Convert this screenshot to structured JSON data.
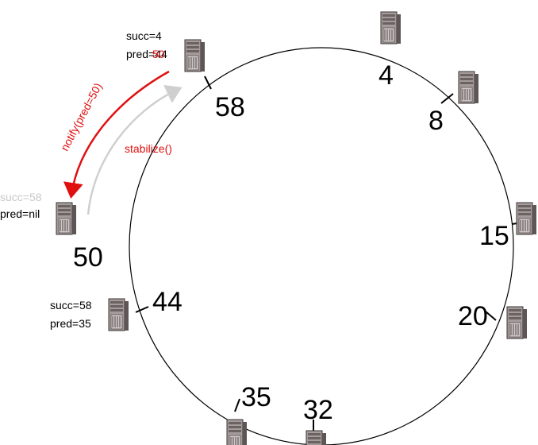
{
  "nodes": [
    {
      "id": "4"
    },
    {
      "id": "8"
    },
    {
      "id": "15"
    },
    {
      "id": "20"
    },
    {
      "id": "32"
    },
    {
      "id": "35"
    },
    {
      "id": "44"
    },
    {
      "id": "50"
    },
    {
      "id": "58"
    }
  ],
  "labels": {
    "n4": "4",
    "n8": "8",
    "n15": "15",
    "n20": "20",
    "n32": "32",
    "n35": "35",
    "n44": "44",
    "n50": "50",
    "n58": "58"
  },
  "state": {
    "n58_succ": "succ=4",
    "n58_pred": "pred=44",
    "n58_pred_overwrite": "50",
    "n50_succ": "succ=58",
    "n50_pred": "pred=nil",
    "n44_succ": "succ=58",
    "n44_pred": "pred=35"
  },
  "messages": {
    "notify": "notify(pred=50)",
    "stabilize": "stabilize()"
  },
  "colors": {
    "ring": "#000000",
    "notify_arrow": "#e01010",
    "stabilize_arrow": "#cfcfcf",
    "server_body": "#9a8f8f",
    "server_dark": "#5e5656"
  },
  "icon_names": [
    "server-icon"
  ]
}
